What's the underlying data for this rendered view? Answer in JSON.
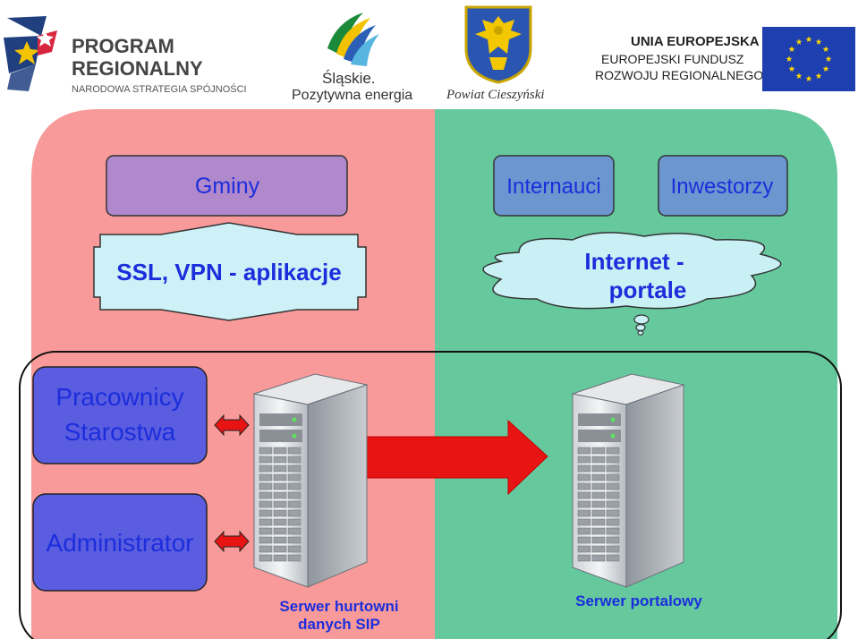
{
  "logos": {
    "program_regionalny": {
      "line1": "PROGRAM",
      "line2": "REGIONALNY",
      "line3": "NARODOWA STRATEGIA SPÓJNOŚCI"
    },
    "slaskie": {
      "line1": "Śląskie.",
      "line2": "Pozytywna energia"
    },
    "powiat": {
      "caption": "Powiat Cieszyński"
    },
    "eu": {
      "line1": "UNIA EUROPEJSKA",
      "line2": "EUROPEJSKI FUNDUSZ",
      "line3": "ROZWOJU REGIONALNEGO"
    }
  },
  "diagram": {
    "gminy": "Gminy",
    "internauci": "Internauci",
    "inwestorzy": "Inwestorzy",
    "ssl_vpn": "SSL, VPN - aplikacje",
    "internet_line1": "Internet -",
    "internet_line2": "portale",
    "pracownicy_line1": "Pracownicy",
    "pracownicy_line2": "Starostwa",
    "administrator": "Administrator",
    "server1_line1": "Serwer hurtowni",
    "server1_line2": "danych SIP",
    "server2": "Serwer portalowy"
  },
  "colors": {
    "red_zone": "#f99a9a",
    "green_zone": "#66c99e",
    "purple_box": "#b088cc",
    "blue_box": "#6b96cf",
    "dark_blue_box": "#5a5de0",
    "arrow_red": "#e81414",
    "light_cyan": "#cdf1f7",
    "cloud_fill": "#c9f0f4",
    "text_blue": "#1c2edc"
  }
}
